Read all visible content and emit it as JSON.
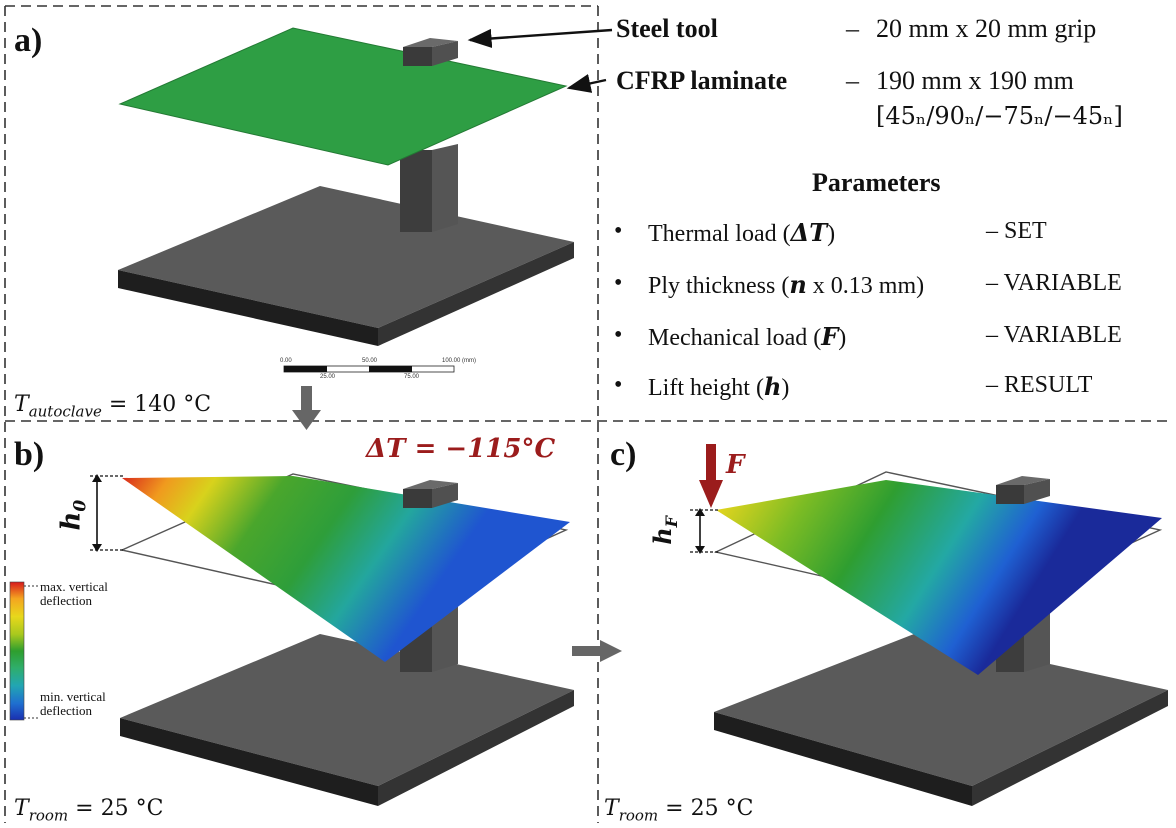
{
  "panels": {
    "a": {
      "letter": "a)",
      "temperature": "T",
      "temperature_sub": "autoclave",
      "temperature_value": " = 140 °C"
    },
    "b": {
      "letter": "b)",
      "delta_t": "ΔT = −115°C",
      "height_label": "h",
      "height_sub": "0",
      "temperature": "T",
      "temperature_sub": "room",
      "temperature_value": " = 25 °C"
    },
    "c": {
      "letter": "c)",
      "force_label": "F",
      "height_label": "h",
      "height_sub": "F",
      "temperature": "T",
      "temperature_sub": "room",
      "temperature_value": " = 25 °C"
    }
  },
  "components": {
    "steel_tool": {
      "name": "Steel tool",
      "dash": "–",
      "description": "20 mm x 20 mm grip"
    },
    "cfrp": {
      "name": "CFRP laminate",
      "dash": "–",
      "description": "190 mm x 190 mm",
      "layup": "[45ₙ/90ₙ/−75ₙ/−45ₙ]"
    }
  },
  "parameters": {
    "heading": "Parameters",
    "items": [
      {
        "label_pre": "Thermal load (",
        "symbol": "ΔT",
        "label_post": ")",
        "status": "– SET"
      },
      {
        "label_pre": "Ply thickness (",
        "symbol": "n",
        "label_post": " x 0.13 mm)",
        "status": "– VARIABLE"
      },
      {
        "label_pre": "Mechanical load (",
        "symbol": "F",
        "label_post": ")",
        "status": "– VARIABLE"
      },
      {
        "label_pre": "Lift height (",
        "symbol": "h",
        "label_post": ")",
        "status": "– RESULT"
      }
    ]
  },
  "legend": {
    "max_label": "max. vertical deflection",
    "min_label": "min. vertical deflection",
    "colors": [
      "#d7191c",
      "#f4a520",
      "#e8d81c",
      "#a8c81e",
      "#2e9e2e",
      "#2fae6a",
      "#22a6b2",
      "#1f6fd0",
      "#1a2fb0"
    ]
  },
  "scale_bar": {
    "top_ticks": [
      "0.00",
      "50.00",
      "100.00 (mm)"
    ],
    "bottom_ticks": [
      "25.00",
      "75.00"
    ]
  }
}
